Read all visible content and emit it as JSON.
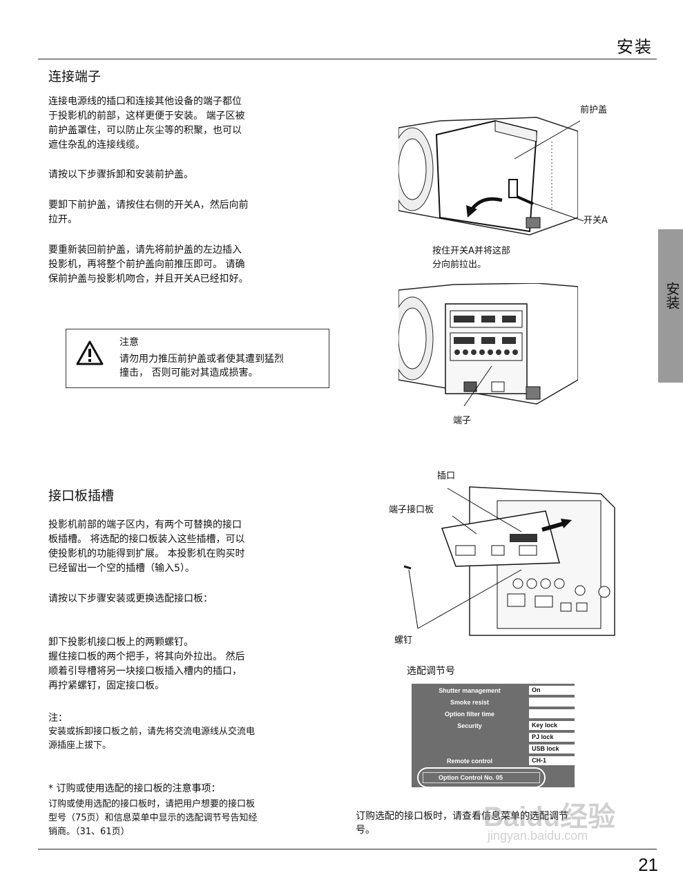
{
  "header": {
    "title": "安装"
  },
  "side_tab": {
    "label": "安装"
  },
  "section1": {
    "heading": "连接端子",
    "para1": "连接电源线的插口和连接其他设备的端子都位\n于投影机的前部，这样更便于安装。 端子区被\n前护盖罩住，可以防止灰尘等的积聚，也可以\n遮住杂乱的连接线缆。",
    "para2": "请按以下步骤拆卸和安装前护盖。",
    "para3": "要卸下前护盖，请按住右侧的开关A，然后向前\n拉开。",
    "para4": "要重新装回前护盖，请先将前护盖的左边插入\n投影机，再将整个前护盖向前推压即可。 请确\n保前护盖与投影机吻合，并且开关A已经扣好。"
  },
  "caution": {
    "icon": "warning-triangle-icon",
    "title": "注意",
    "text": "请勿用力推压前护盖或者使其遭到猛烈\n撞击， 否则可能对其造成损害。"
  },
  "figure1": {
    "label_cover": "前护盖",
    "label_switch": "开关A",
    "caption": "按住开关A并将这部\n分向前拉出。"
  },
  "figure2": {
    "label_terminals": "端子"
  },
  "section2": {
    "heading": "接口板插槽",
    "para1": "投影机前部的端子区内，有两个可替换的接口\n板插槽。 将选配的接口板装入这些插槽，可以\n使投影机的功能得到扩展。 本投影机在购买时\n已经留出一个空的插槽（输入5）。",
    "para2": "请按以下步骤安装或更换选配接口板：",
    "para3": "卸下投影机接口板上的两颗螺钉。\n握住接口板的两个把手，将其向外拉出。 然后\n顺着引导槽将另一块接口板插入槽内的插口，\n再拧紧螺钉，固定接口板。",
    "note_title": "注：",
    "note_text": "安装或拆卸接口板之前，请先将交流电源线从交流电\n源插座上拔下。",
    "order_title": "* 订购或使用选配的接口板的注意事项：",
    "order_text": "订购或使用选配的接口板时，请把用户想要的接口板\n型号（75页）和信息菜单中显示的选配调节号告知经\n销商。（31、61页）"
  },
  "figure3": {
    "label_socket": "插口",
    "label_board": "端子接口板",
    "label_screw": "螺钉"
  },
  "menu_fig": {
    "title": "选配调节号",
    "rows": [
      {
        "label": "Shutter management",
        "value": "On"
      },
      {
        "label": "Smoke resist",
        "value": ""
      },
      {
        "label": "Option filter time",
        "value": ""
      },
      {
        "label": "Security",
        "value": "Key lock"
      },
      {
        "label": "",
        "value": "PJ lock"
      },
      {
        "label": "",
        "value": "USB lock"
      },
      {
        "label": "Remote control",
        "value": "CH-1"
      }
    ],
    "option_control": "Option Control No. 05",
    "caption": "订购选配的接口板时，请查看信息菜单的选配调节\n号。"
  },
  "watermark": {
    "text": "Baidu经验",
    "url": "jingyan.baidu.com"
  },
  "footer": {
    "page_number": "21"
  }
}
